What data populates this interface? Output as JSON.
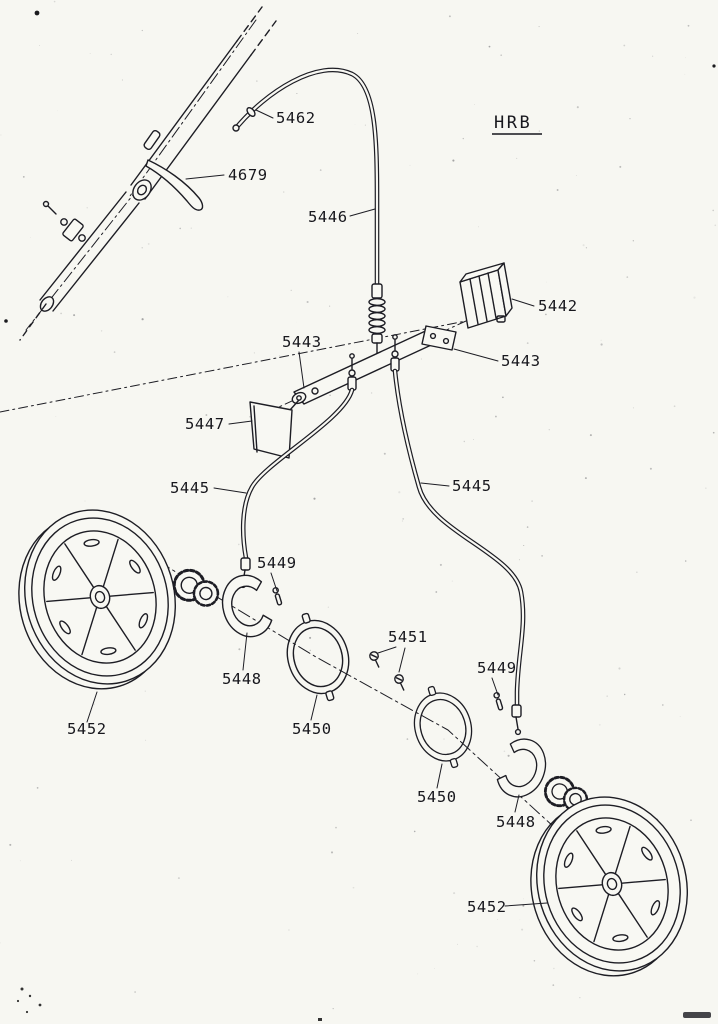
{
  "diagram": {
    "model_code": "HRB"
  },
  "colors": {
    "ink": "#1d1d24",
    "paper": "#f8f8f3"
  },
  "part_labels": {
    "p5462": "5462",
    "p4679": "4679",
    "p5446": "5446",
    "p5442": "5442",
    "p5443_left": "5443",
    "p5443_right": "5443",
    "p5447": "5447",
    "p5445_left": "5445",
    "p5445_right": "5445",
    "p5449_left": "5449",
    "p5449_right": "5449",
    "p5448_left": "5448",
    "p5448_right": "5448",
    "p5450_left": "5450",
    "p5450_right": "5450",
    "p5451": "5451",
    "p5452_left": "5452",
    "p5452_right": "5452"
  }
}
